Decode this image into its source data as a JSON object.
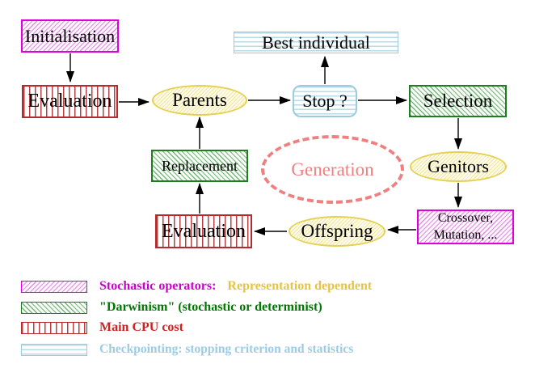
{
  "palette": {
    "magenta": "#DD00DD",
    "green": "#1E7D1E",
    "red": "#B52A2A",
    "light_blue": "#9CCBDD",
    "yellow": "#E4D052",
    "salmon": "#F08080"
  },
  "diagram": {
    "nodes": {
      "initialisation": {
        "label": "Initialisation",
        "style": "stochastic-operator"
      },
      "evaluation_top": {
        "label": "Evaluation",
        "style": "main-cpu-cost"
      },
      "parents": {
        "label": "Parents",
        "style": "population"
      },
      "best_individual": {
        "label": "Best individual",
        "style": "checkpointing"
      },
      "stop": {
        "label": "Stop ?",
        "style": "checkpointing"
      },
      "selection": {
        "label": "Selection",
        "style": "darwinism"
      },
      "genitors": {
        "label": "Genitors",
        "style": "population"
      },
      "crossover_mutation": {
        "label_line1": "Crossover,",
        "label_line2": "Mutation, ...",
        "style": "stochastic-operator"
      },
      "offspring": {
        "label": "Offspring",
        "style": "population"
      },
      "evaluation_bottom": {
        "label": "Evaluation",
        "style": "main-cpu-cost"
      },
      "replacement": {
        "label": "Replacement",
        "style": "darwinism"
      },
      "generation": {
        "label": "Generation",
        "style": "cycle-annotation"
      }
    },
    "edges": [
      "initialisation -> evaluation_top",
      "evaluation_top -> parents",
      "parents -> stop",
      "stop -> best_individual",
      "stop -> selection",
      "selection -> genitors",
      "genitors -> crossover_mutation",
      "crossover_mutation -> offspring",
      "offspring -> evaluation_bottom",
      "evaluation_bottom -> replacement",
      "replacement -> parents"
    ]
  },
  "legend": {
    "items": [
      {
        "swatch": "magenta-hatch",
        "parts": [
          {
            "text": "Stochastic operators:",
            "color": "#CC00CC"
          },
          {
            "text": "Representation dependent",
            "color": "#E6C53C"
          }
        ]
      },
      {
        "swatch": "green-hatch",
        "parts": [
          {
            "text": "\"Darwinism\" (stochastic or determinist)",
            "color": "#007700"
          }
        ]
      },
      {
        "swatch": "red-stripes",
        "parts": [
          {
            "text": "Main CPU cost",
            "color": "#CC2222"
          }
        ]
      },
      {
        "swatch": "blue-stripes",
        "parts": [
          {
            "text": "Checkpointing: stopping criterion and statistics",
            "color": "#9CCBE4"
          }
        ]
      }
    ]
  }
}
